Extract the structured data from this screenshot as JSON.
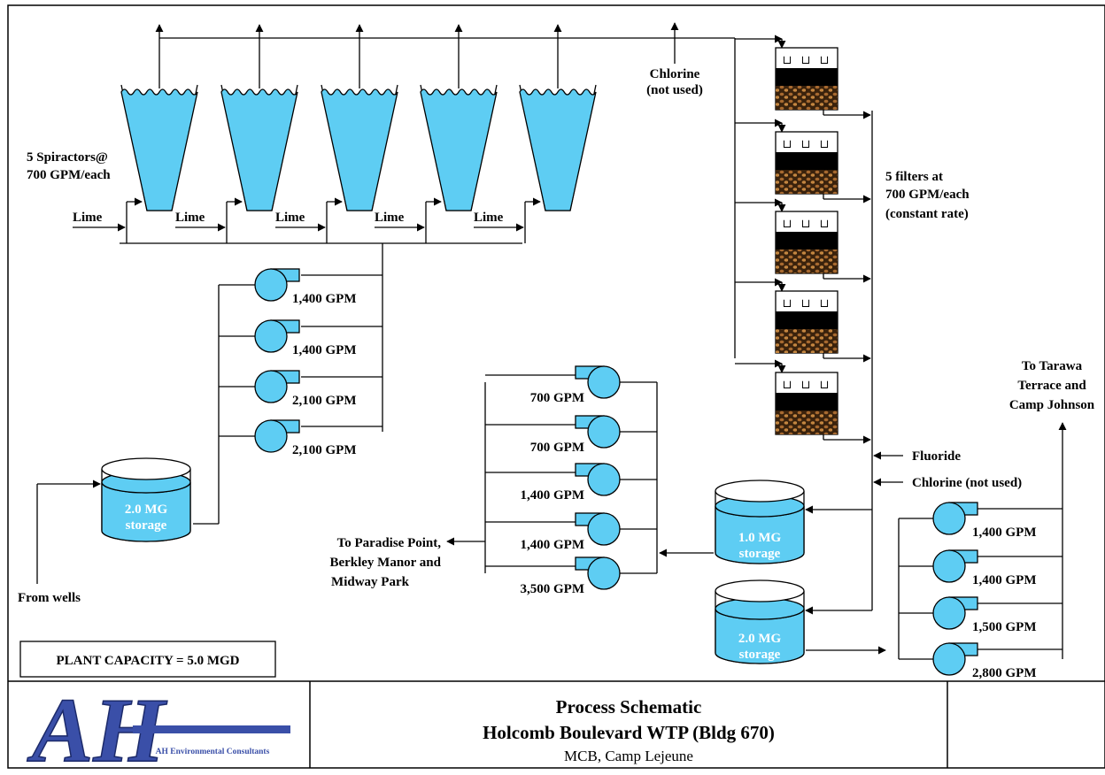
{
  "colors": {
    "water": "#5ecdf3",
    "water_dark": "#1a8fc0",
    "filter_dark": "#000000",
    "media": "#7a4a1e",
    "logo_blue": "#3a4fa8"
  },
  "spiractors": {
    "caption_1": "5 Spiractors@",
    "caption_2": "700 GPM/each",
    "lime_label": "Lime",
    "count": 5
  },
  "chlorine_top": {
    "line1": "Chlorine",
    "line2": "(not used)"
  },
  "intake_pumps": [
    "1,400 GPM",
    "1,400 GPM",
    "2,100 GPM",
    "2,100 GPM"
  ],
  "raw_storage": {
    "line1": "2.0 MG",
    "line2": "storage",
    "icon": "storage-tank-icon"
  },
  "from_wells": "From wells",
  "filters": {
    "caption_1": "5 filters at",
    "caption_2": "700 GPM/each",
    "caption_3": "(constant rate)",
    "count": 5,
    "nozzle_glyph": "⊔"
  },
  "fluoride": "Fluoride",
  "chlorine_lower": "Chlorine (not used)",
  "storage_1": {
    "line1": "1.0 MG",
    "line2": "storage"
  },
  "storage_2": {
    "line1": "2.0 MG",
    "line2": "storage"
  },
  "paradise_pumps": [
    "700 GPM",
    "700 GPM",
    "1,400 GPM",
    "1,400 GPM",
    "3,500 GPM"
  ],
  "paradise_dest": {
    "line1": "To Paradise Point,",
    "line2": "Berkley Manor and",
    "line3": "Midway Park"
  },
  "tarawa_pumps": [
    "1,400 GPM",
    "1,400 GPM",
    "1,500 GPM",
    "2,800 GPM"
  ],
  "tarawa_dest": {
    "line1": "To Tarawa",
    "line2": "Terrace and",
    "line3": "Camp Johnson"
  },
  "plant_capacity": "PLANT CAPACITY = 5.0 MGD",
  "logo": {
    "letters": "AH",
    "company": "AH Environmental Consultants"
  },
  "title": {
    "line1": "Process Schematic",
    "line2": "Holcomb Boulevard WTP (Bldg 670)",
    "line3": "MCB, Camp Lejeune"
  }
}
